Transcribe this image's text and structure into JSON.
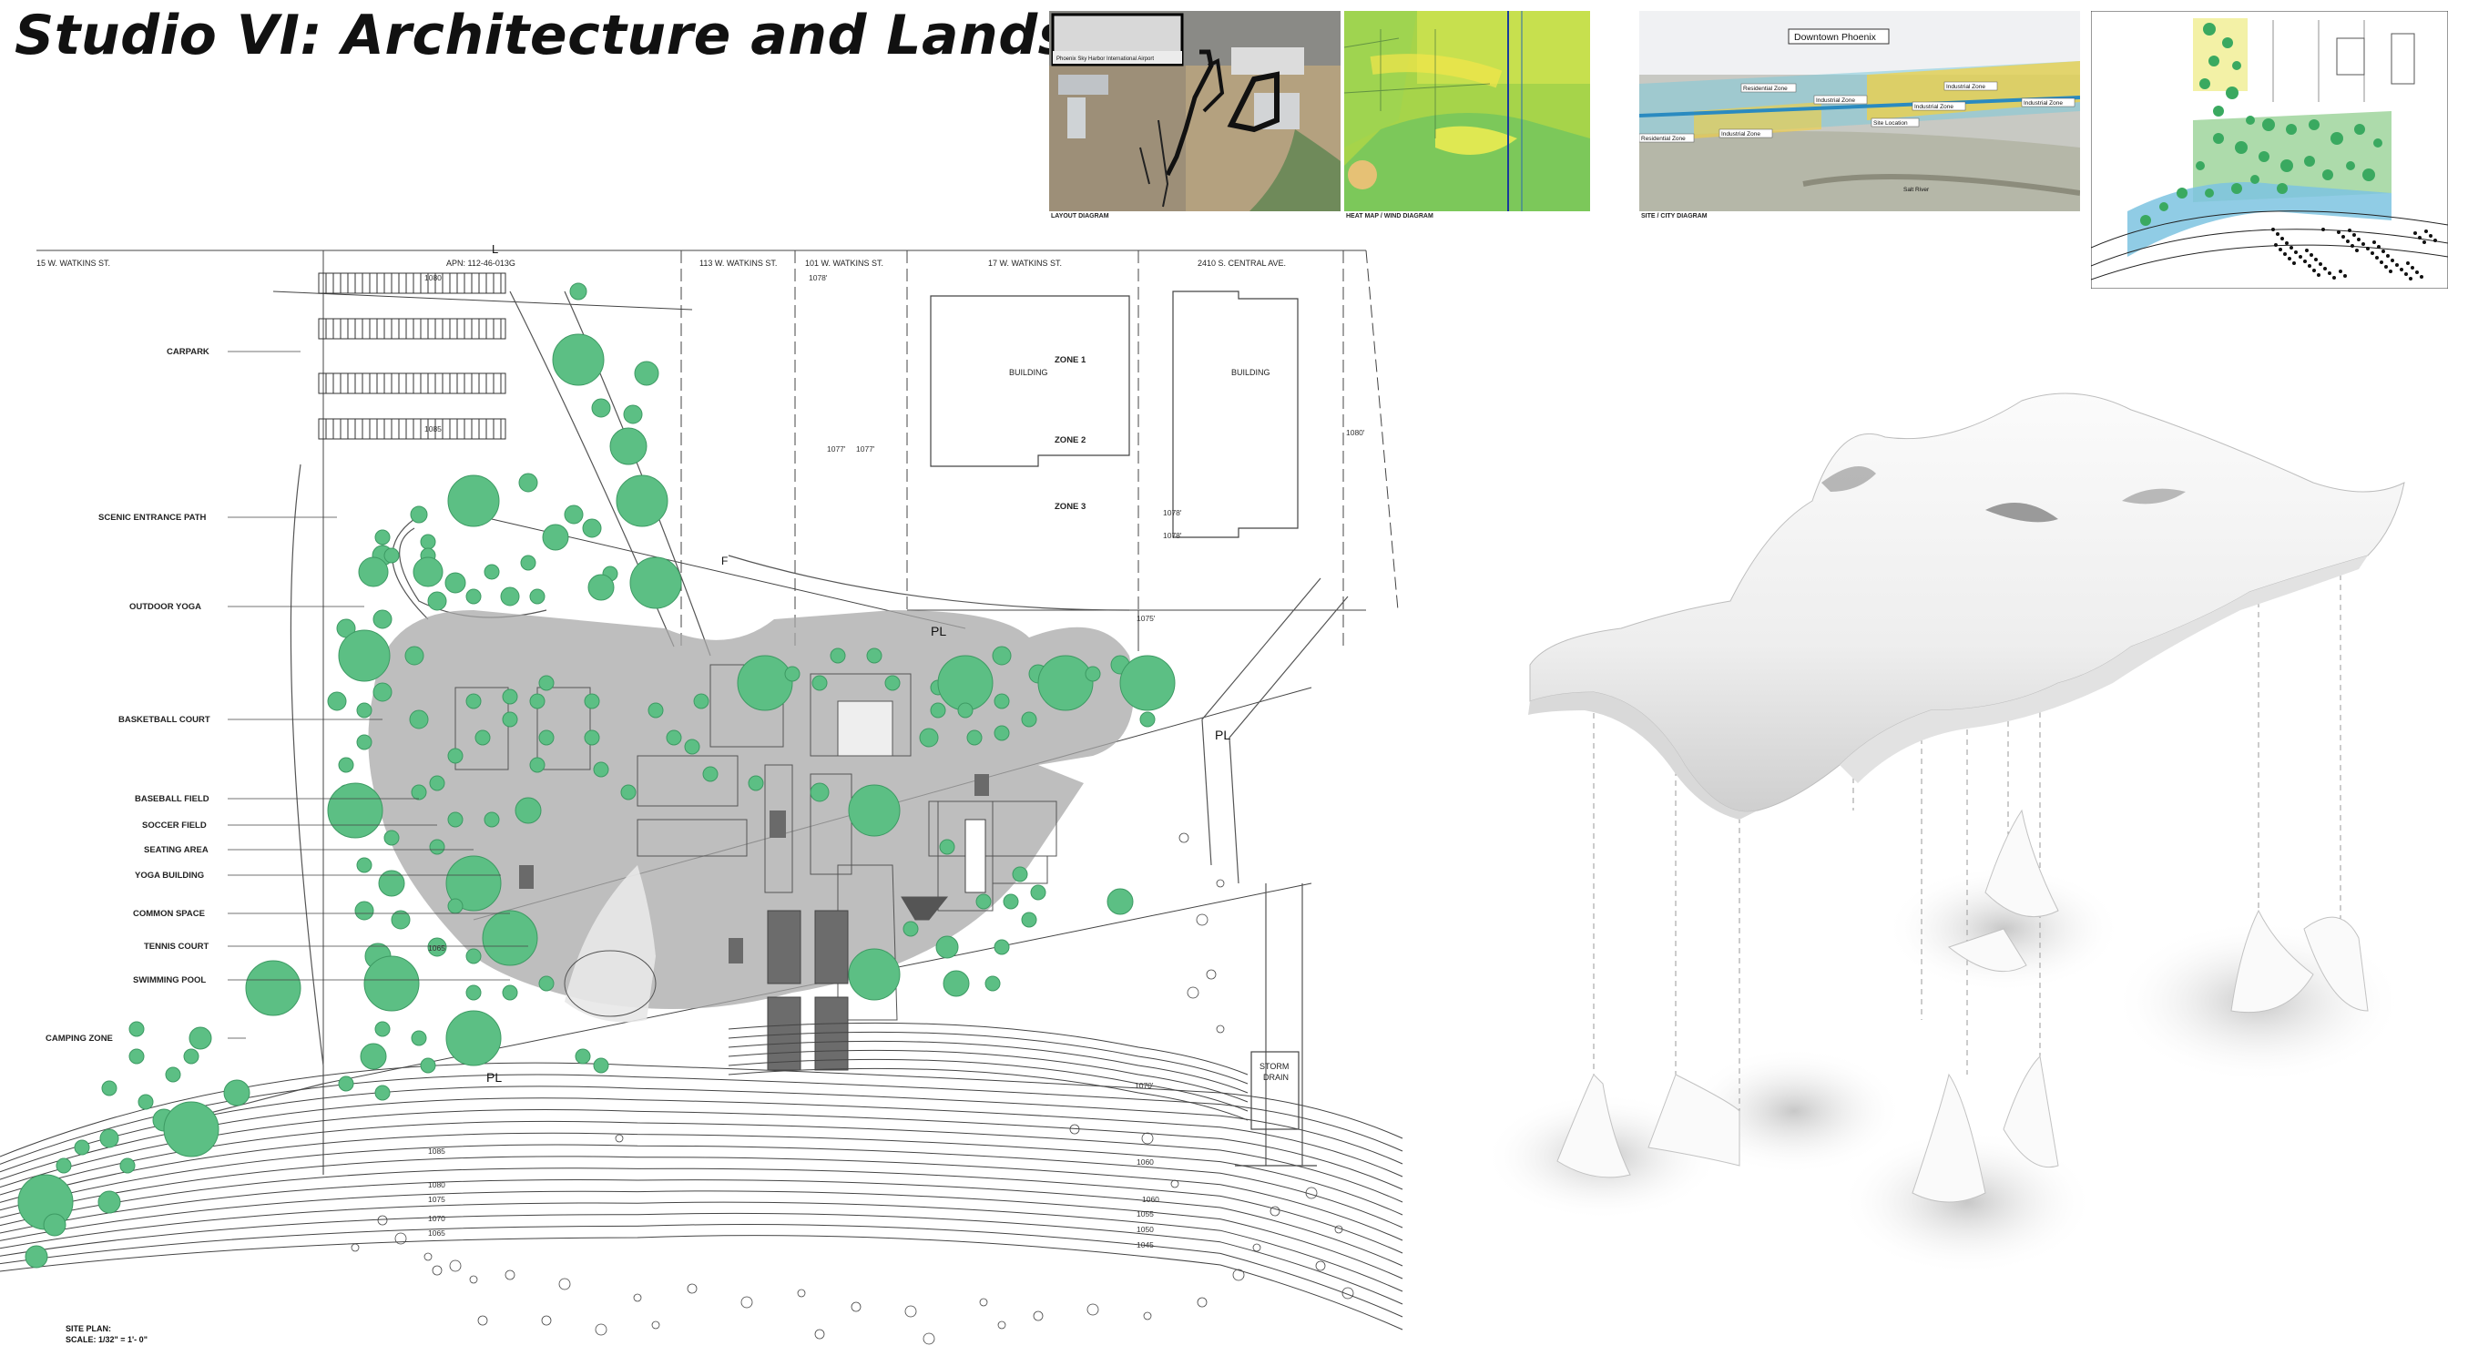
{
  "title": "Studio VI: Architecture and Landscape",
  "colors": {
    "tree_green": "#5cbf84",
    "overlay_gray": "#a8a8a8",
    "paper": "#ffffff"
  },
  "thumbnails": {
    "layout": {
      "caption": "LAYOUT DIAGRAM",
      "airport_label": "Phoenix Sky Harbor International Airport"
    },
    "heatmap": {
      "caption": "HEAT MAP / WIND DIAGRAM"
    },
    "city": {
      "caption": "SITE / CITY DIAGRAM",
      "downtown": "Downtown Phoenix",
      "zones": {
        "res1": "Residential Zone",
        "ind1": "Industrial Zone",
        "ind2": "Industrial Zone",
        "ind3": "Industrial Zone",
        "res2": "Residential Zone",
        "ind4": "Industrial Zone",
        "site": "Site Location",
        "industrial": "Industrial Zone"
      },
      "river": "Salt River"
    }
  },
  "site_plan": {
    "streets": {
      "s1": "15 W. WATKINS ST.",
      "s2": "APN: 112-46-013G",
      "s3": "113 W. WATKINS ST.",
      "s4": "101 W. WATKINS ST.",
      "s5": "17 W. WATKINS ST.",
      "s6": "2410 S. CENTRAL AVE."
    },
    "labels": {
      "carpark": "CARPARK",
      "scenic": "SCENIC ENTRANCE PATH",
      "yoga_outdoor": "OUTDOOR YOGA",
      "basketball": "BASKETBALL COURT",
      "baseball": "BASEBALL FIELD",
      "soccer": "SOCCER FIELD",
      "seating": "SEATING AREA",
      "yoga_bldg": "YOGA BUILDING",
      "common": "COMMON SPACE",
      "tennis": "TENNIS COURT",
      "pool": "SWIMMING POOL",
      "camping": "CAMPING ZONE"
    },
    "buildings": {
      "b1_zone1": "ZONE 1",
      "b1": "BUILDING",
      "b1_zone2": "ZONE 2",
      "zone3": "ZONE 3",
      "b2": "BUILDING"
    },
    "storm_drain": "STORM DRAIN",
    "elevations": {
      "e1": "1080",
      "e2": "1085",
      "e3": "1078'",
      "e4": "1077'",
      "e5": "1077'",
      "e6": "1078'",
      "e7": "1078'",
      "e8": "1080'",
      "e9": "1075'",
      "e10": "1070'",
      "e11": "1065",
      "e12": "1085",
      "e13": "1080",
      "e14": "1075",
      "e15": "1070",
      "e16": "1065",
      "e17": "1060",
      "e18": "1055",
      "e19": "1050",
      "e20": "1045",
      "e21": "1060"
    },
    "markers": {
      "L": "L",
      "F": "F",
      "PL1": "PL",
      "PL2": "PL",
      "PL3": "PL"
    },
    "plan_title": "SITE PLAN:",
    "scale": "SCALE: 1/32\" = 1'- 0\""
  }
}
